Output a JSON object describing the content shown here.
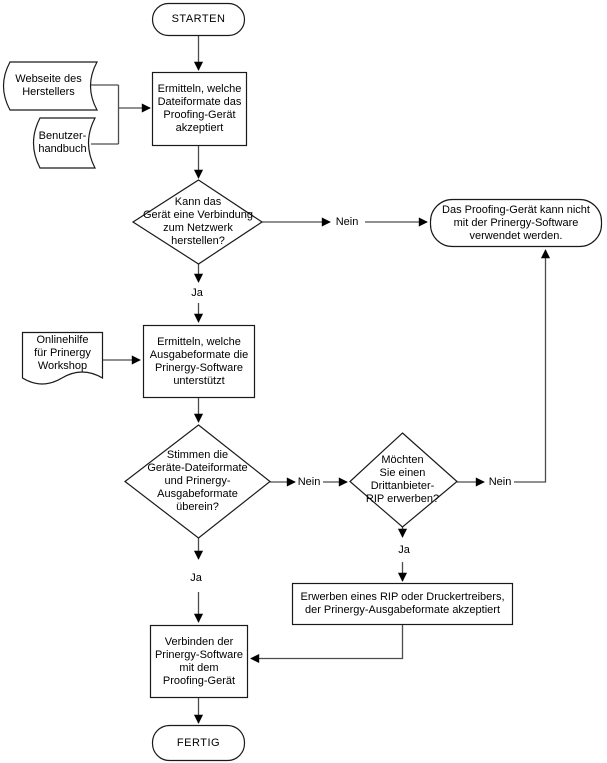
{
  "diagram": {
    "kind": "flowchart",
    "language": "de",
    "colors": {
      "background": "#ffffff",
      "shape_outline": "#1a1a1a",
      "connector": "#4d4d4d",
      "text": "#000000"
    },
    "nodes": {
      "start": {
        "shape": "terminator",
        "label": "STARTEN"
      },
      "doc_website": {
        "shape": "stored-data",
        "label": "Webseite des\nHerstellers"
      },
      "doc_handbook": {
        "shape": "stored-data",
        "label": "Benutzer-\nhandbuch"
      },
      "determine_file_formats": {
        "shape": "process",
        "label": "Ermitteln, welche\nDateiformate das\nProofing-Gerät\nakzeptiert"
      },
      "network_question": {
        "shape": "decision",
        "label": "Kann das\nGerät eine Verbindung\nzum Netzwerk\nherstellen?"
      },
      "cannot_use": {
        "shape": "terminator",
        "label": "Das Proofing-Gerät kann nicht\nmit der Prinergy-Software\nverwendet werden."
      },
      "doc_onlinehelp": {
        "shape": "document",
        "label": "Onlinehilfe\nfür Prinergy\nWorkshop"
      },
      "determine_output_formats": {
        "shape": "process",
        "label": "Ermitteln, welche\nAusgabeformate die\nPrinergy-Software\nunterstützt"
      },
      "formats_match_question": {
        "shape": "decision",
        "label": "Stimmen die\nGeräte-Dateiformate\nund Prinergy-\nAusgabeformate\nüberein?"
      },
      "third_party_rip_question": {
        "shape": "decision",
        "label": "Möchten\nSie einen\nDrittanbieter-\nRIP erwerben?"
      },
      "acquire_rip": {
        "shape": "process",
        "label": "Erwerben eines RIP oder Druckertreibers,\nder Prinergy-Ausgabeformate akzeptiert"
      },
      "connect_software": {
        "shape": "process",
        "label": "Verbinden der\nPrinergy-Software\nmit dem\nProofing-Gerät"
      },
      "end": {
        "shape": "terminator",
        "label": "FERTIG"
      }
    },
    "edge_labels": {
      "network_no": "Nein",
      "network_yes": "Ja",
      "match_no": "Nein",
      "match_yes": "Ja",
      "rip_no": "Nein",
      "rip_yes": "Ja"
    }
  }
}
